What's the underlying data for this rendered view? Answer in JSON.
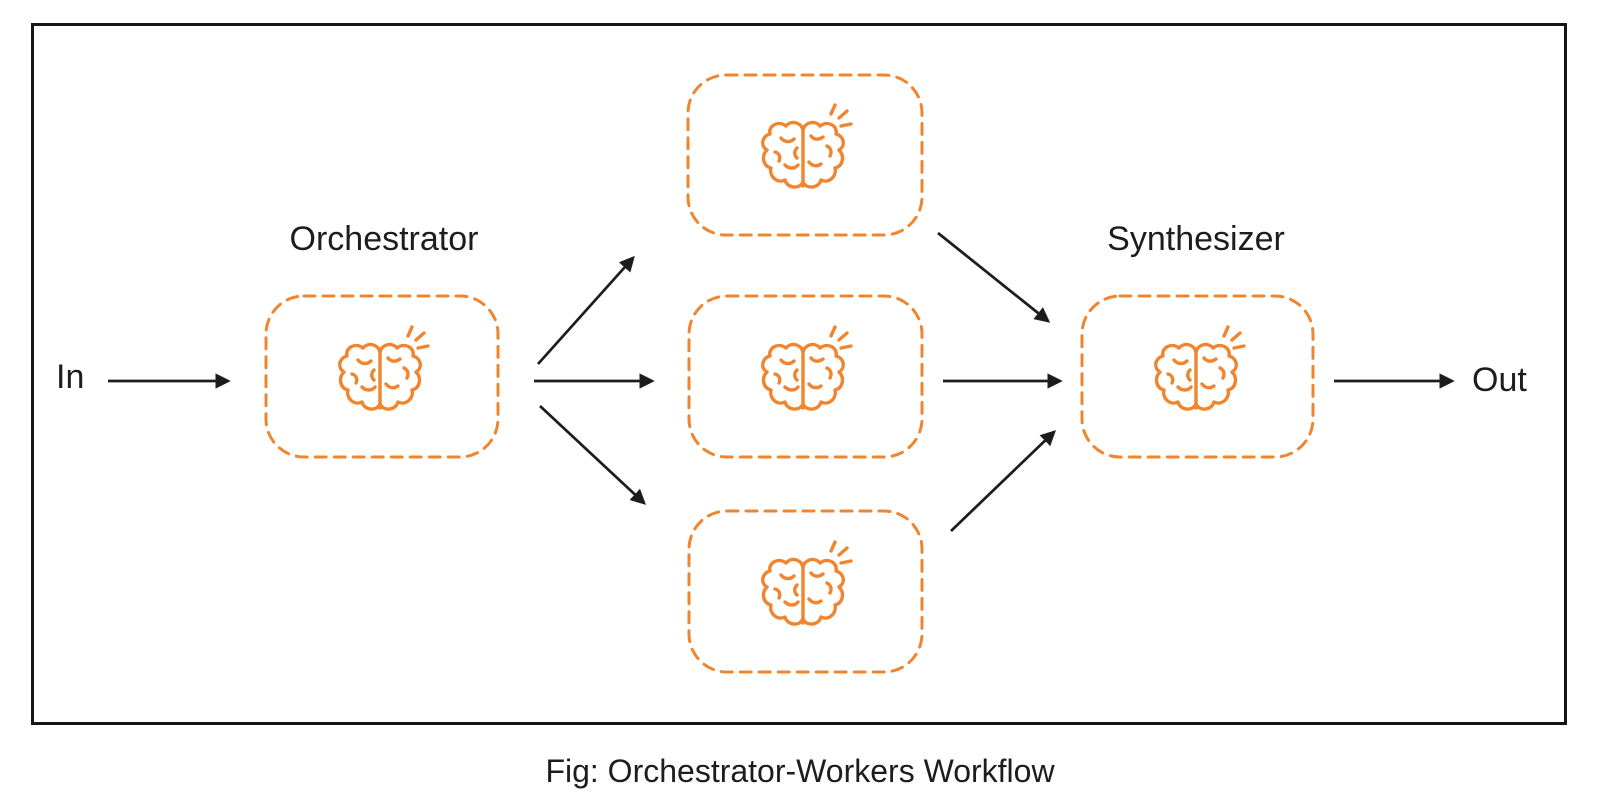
{
  "diagram": {
    "caption": "Fig: Orchestrator-Workers Workflow",
    "io": {
      "input_label": "In",
      "output_label": "Out"
    },
    "nodes": {
      "orchestrator": {
        "label": "Orchestrator"
      },
      "synthesizer": {
        "label": "Synthesizer"
      },
      "worker_count": 3
    },
    "icon": "brain-sparkle-icon",
    "colors": {
      "accent_orange": "#F0852F",
      "ink": "#1D1D1F",
      "background": "#FFFFFF"
    }
  }
}
